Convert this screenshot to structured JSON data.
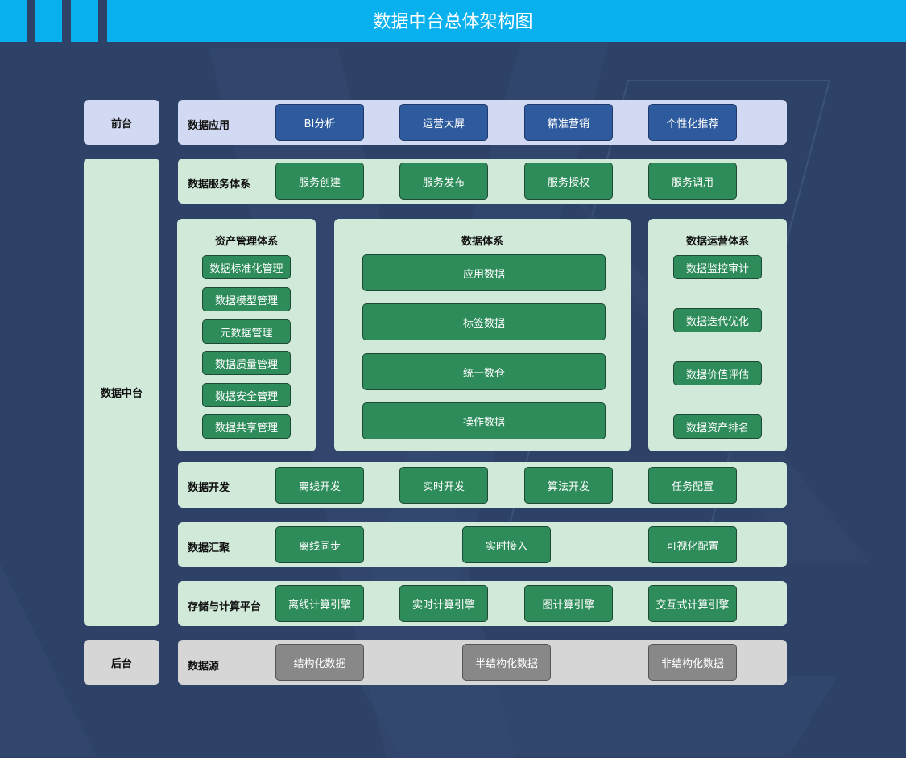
{
  "title": "数据中台总体架构图",
  "colors": {
    "background": "#2e4268",
    "header": "#08b0ee",
    "light_green": "#d0e9d8",
    "light_blue": "#d1daf2",
    "light_gray": "#d6d6d6",
    "button_green": "#2e8c5a",
    "button_blue": "#2e5b9e",
    "button_gray": "#888888"
  },
  "tiers": {
    "front": "前台",
    "middle": "数据中台",
    "back": "后台"
  },
  "rows": {
    "app": {
      "label": "数据应用",
      "items": [
        "BI分析",
        "运营大屏",
        "精准营销",
        "个性化推荐"
      ]
    },
    "service": {
      "label": "数据服务体系",
      "items": [
        "服务创建",
        "服务发布",
        "服务授权",
        "服务调用"
      ]
    },
    "dev": {
      "label": "数据开发",
      "items": [
        "离线开发",
        "实时开发",
        "算法开发",
        "任务配置"
      ]
    },
    "gather": {
      "label": "数据汇聚",
      "items": [
        "离线同步",
        "实时接入",
        "可视化配置"
      ]
    },
    "storage": {
      "label": "存储与计算平台",
      "items": [
        "离线计算引擎",
        "实时计算引擎",
        "图计算引擎",
        "交互式计算引擎"
      ]
    },
    "source": {
      "label": "数据源",
      "items": [
        "结构化数据",
        "半结构化数据",
        "非结构化数据"
      ]
    }
  },
  "panels": {
    "asset": {
      "title": "资产管理体系",
      "items": [
        "数据标准化管理",
        "数据模型管理",
        "元数据管理",
        "数据质量管理",
        "数据安全管理",
        "数据共享管理"
      ]
    },
    "data": {
      "title": "数据体系",
      "items": [
        "应用数据",
        "标签数据",
        "统一数仓",
        "操作数据"
      ]
    },
    "ops": {
      "title": "数据运营体系",
      "items": [
        "数据监控审计",
        "数据迭代优化",
        "数据价值评估",
        "数据资产排名"
      ]
    }
  }
}
